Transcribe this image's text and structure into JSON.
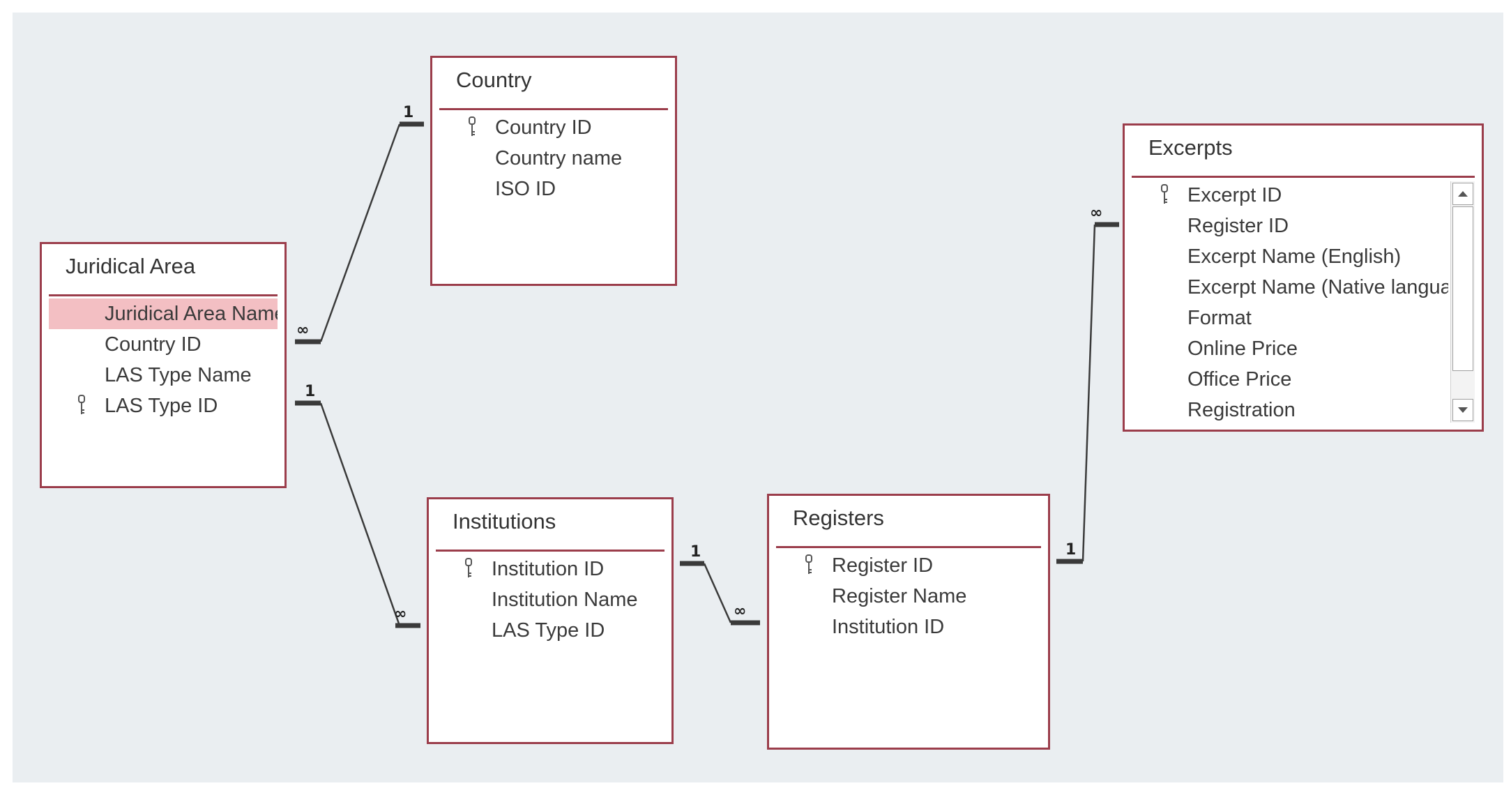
{
  "tables": {
    "juridical_area": {
      "title": "Juridical Area",
      "fields": [
        "Juridical Area Name",
        "Country ID",
        "LAS Type Name",
        "LAS Type ID"
      ]
    },
    "country": {
      "title": "Country",
      "fields": [
        "Country ID",
        "Country name",
        "ISO ID"
      ]
    },
    "institutions": {
      "title": "Institutions",
      "fields": [
        "Institution ID",
        "Institution Name",
        "LAS Type ID"
      ]
    },
    "registers": {
      "title": "Registers",
      "fields": [
        "Register ID",
        "Register Name",
        "Institution ID"
      ]
    },
    "excerpts": {
      "title": "Excerpts",
      "fields": [
        "Excerpt ID",
        "Register ID",
        "Excerpt Name (English)",
        "Excerpt Name (Native languag",
        "Format",
        "Online Price",
        "Office Price",
        "Registration"
      ]
    }
  },
  "relationships": [
    {
      "from": "Juridical Area",
      "to": "Country",
      "one": "1",
      "many": "∞"
    },
    {
      "from": "Juridical Area",
      "to": "Institutions",
      "one": "1",
      "many": "∞"
    },
    {
      "from": "Institutions",
      "to": "Registers",
      "one": "1",
      "many": "∞"
    },
    {
      "from": "Registers",
      "to": "Excerpts",
      "one": "1",
      "many": "∞"
    }
  ],
  "colors": {
    "table_border": "#9b3d4b",
    "selected_field": "#f3bfc3",
    "background": "#eaeef1"
  },
  "icons": {
    "primary_key": "key-icon"
  }
}
